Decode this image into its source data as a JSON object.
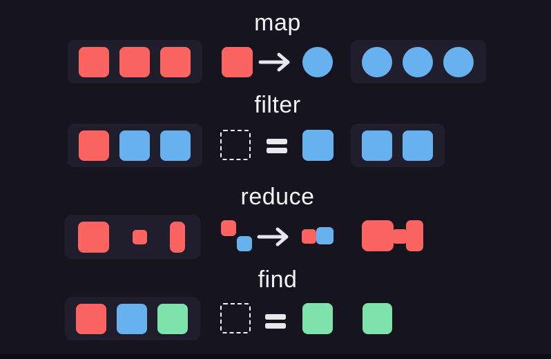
{
  "page": {
    "background": "#16141f",
    "bottom_strip_color": "#0d0c14"
  },
  "colors": {
    "panel": "#201e2c",
    "red": "#fb6460",
    "blue": "#68b1ef",
    "green": "#7de3ab",
    "text": "#f3f3f5",
    "symbol": "#e8e8ec",
    "dashed": "#f8f8fa"
  },
  "icons": {
    "arrow": "right-arrow",
    "equals": "equals-sign",
    "placeholder": "dashed-empty-square"
  },
  "rows": [
    {
      "label": "map",
      "input": {
        "panel": true,
        "shapes": [
          {
            "shape": "square",
            "color": "red"
          },
          {
            "shape": "square",
            "color": "red"
          },
          {
            "shape": "square",
            "color": "red"
          }
        ]
      },
      "operation": {
        "from": {
          "shape": "square",
          "color": "red"
        },
        "symbol": "arrow",
        "to": {
          "shape": "circle",
          "color": "blue"
        }
      },
      "output": {
        "panel": true,
        "shapes": [
          {
            "shape": "circle",
            "color": "blue"
          },
          {
            "shape": "circle",
            "color": "blue"
          },
          {
            "shape": "circle",
            "color": "blue"
          }
        ]
      }
    },
    {
      "label": "filter",
      "input": {
        "panel": true,
        "shapes": [
          {
            "shape": "square",
            "color": "red"
          },
          {
            "shape": "square",
            "color": "blue"
          },
          {
            "shape": "square",
            "color": "blue"
          }
        ]
      },
      "operation": {
        "from": {
          "shape": "placeholder"
        },
        "symbol": "equals",
        "to": {
          "shape": "square",
          "color": "blue"
        }
      },
      "output": {
        "panel": true,
        "shapes": [
          {
            "shape": "square",
            "color": "blue"
          },
          {
            "shape": "square",
            "color": "blue"
          }
        ]
      }
    },
    {
      "label": "reduce",
      "input": {
        "panel": true,
        "shapes": [
          {
            "shape": "square",
            "color": "red",
            "w": 45,
            "h": 45,
            "r": 8
          },
          {
            "shape": "square",
            "color": "red",
            "w": 21,
            "h": 21,
            "r": 5
          },
          {
            "shape": "square",
            "color": "red",
            "w": 22,
            "h": 45,
            "r": 8
          }
        ]
      },
      "operation": {
        "from": "red-square with blue-square offset diagonally",
        "symbol": "arrow",
        "to": "red-square and blue-square joined side by side"
      },
      "output": {
        "panel": false,
        "shapes": "large red square, small red connector and tall red bar merged together"
      }
    },
    {
      "label": "find",
      "input": {
        "panel": true,
        "shapes": [
          {
            "shape": "square",
            "color": "red"
          },
          {
            "shape": "square",
            "color": "blue"
          },
          {
            "shape": "square",
            "color": "green"
          }
        ]
      },
      "operation": {
        "from": {
          "shape": "placeholder"
        },
        "symbol": "equals",
        "to": {
          "shape": "square",
          "color": "green"
        }
      },
      "output": {
        "panel": false,
        "shapes": [
          {
            "shape": "square",
            "color": "green"
          }
        ]
      }
    }
  ]
}
